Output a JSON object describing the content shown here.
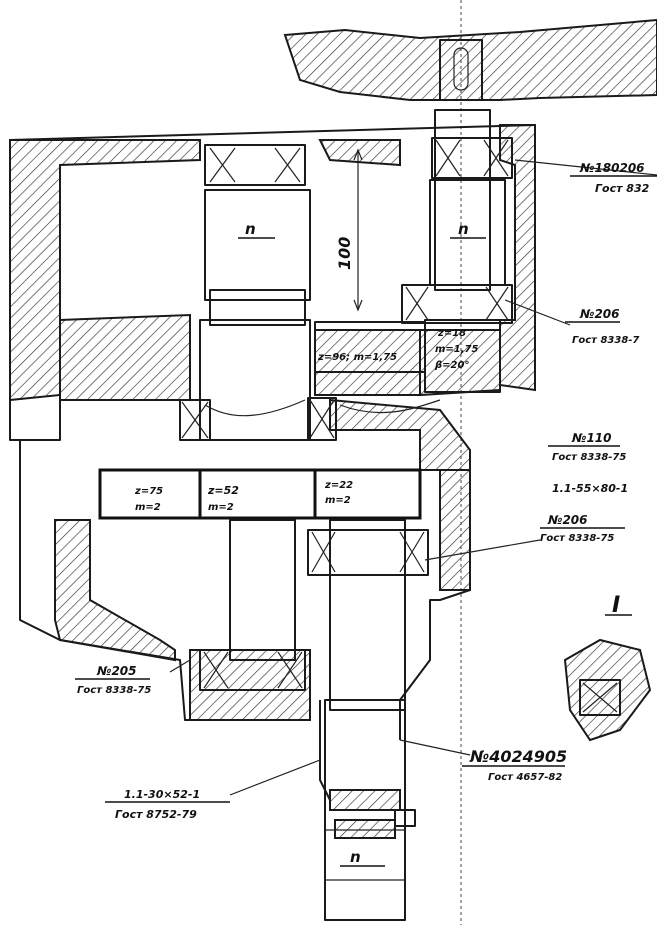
{
  "labels": {
    "bearing_top_right": "№180206",
    "gost_top_right": "Гост 832",
    "center_distance": "100",
    "speed_left": "n",
    "speed_right": "n",
    "speed_bottom": "n",
    "bearing_206_upper": "№206",
    "gost_206_upper": "Гост 8338-7",
    "gear_small": "z=18",
    "gear_small_m": "m=1,75",
    "gear_small_beta": "β=20°",
    "gear_mid": "z=96; m=1,75",
    "bearing_110": "№110",
    "gost_110": "Гост 8338-75",
    "seal": "1.1-55×80-1",
    "gear_left": "z=75",
    "gear_left_m": "m=2",
    "gear_center": "z=52",
    "gear_center_m": "m=2",
    "gear_right": "z=22",
    "gear_right_m": "m=2",
    "bearing_206_lower": "№206",
    "gost_206_lower": "Гост 8338-75",
    "section_mark": "I",
    "bearing_205": "№205",
    "gost_205": "Гост 8338-75",
    "bearing_4024905": "№4024905",
    "gost_4024905": "Гост 4657-82",
    "cuff": "1.1-30×52-1",
    "gost_cuff": "Гост 8752-79"
  }
}
